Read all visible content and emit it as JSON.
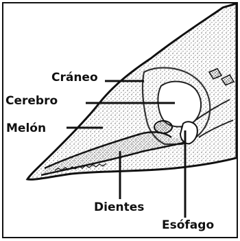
{
  "labels": {
    "craneo": "Cráneo",
    "cerebro": "Cerebro",
    "melon": "Melón",
    "dientes": "Dientes",
    "esofago": "Esófago"
  },
  "colors": {
    "ink": "#111111",
    "stipple": "#555555",
    "background": "#ffffff"
  }
}
